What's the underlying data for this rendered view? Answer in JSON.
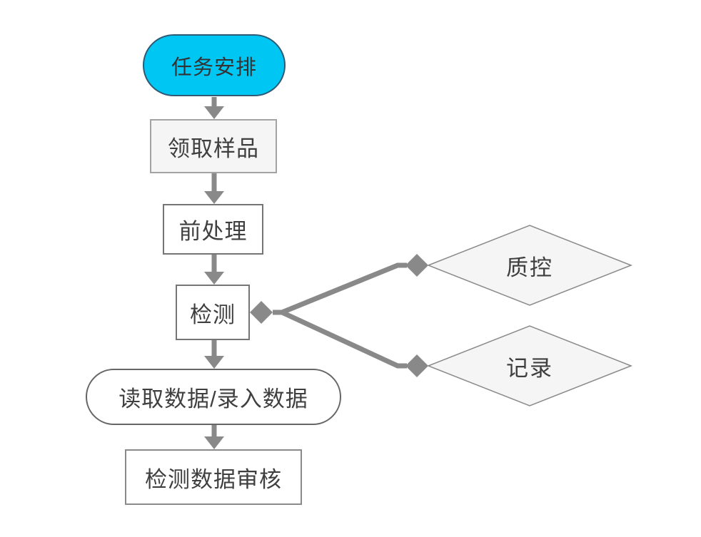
{
  "diagram": {
    "nodes": [
      {
        "id": "task",
        "type": "stadium",
        "label": "任务安排"
      },
      {
        "id": "sample",
        "type": "rect",
        "label": "领取样品"
      },
      {
        "id": "pretreat",
        "type": "rect",
        "label": "前处理"
      },
      {
        "id": "detect",
        "type": "rect",
        "label": "检测"
      },
      {
        "id": "qc",
        "type": "diamond",
        "label": "质控"
      },
      {
        "id": "record",
        "type": "diamond",
        "label": "记录"
      },
      {
        "id": "data",
        "type": "stadium",
        "label": "读取数据/录入数据"
      },
      {
        "id": "review",
        "type": "rect",
        "label": "检测数据审核"
      }
    ],
    "edges": [
      {
        "from": "task",
        "to": "sample",
        "style": "triangle-arrow"
      },
      {
        "from": "sample",
        "to": "pretreat",
        "style": "triangle-arrow"
      },
      {
        "from": "pretreat",
        "to": "detect",
        "style": "triangle-arrow"
      },
      {
        "from": "detect",
        "to": "qc",
        "style": "diamond-ends"
      },
      {
        "from": "detect",
        "to": "record",
        "style": "diamond-ends"
      },
      {
        "from": "detect",
        "to": "data",
        "style": "triangle-arrow"
      },
      {
        "from": "data",
        "to": "review",
        "style": "triangle-arrow"
      }
    ],
    "colors": {
      "start_fill": "#00c6f4",
      "start_border": "#2e5a74",
      "node_fill_light": "#f5f5f5",
      "node_fill_white": "#ffffff",
      "node_border_dark": "#757575",
      "node_border_light": "#a3a3a3",
      "connector": "#898989",
      "text": "#3f3f3f",
      "background": "#ffffff"
    }
  }
}
